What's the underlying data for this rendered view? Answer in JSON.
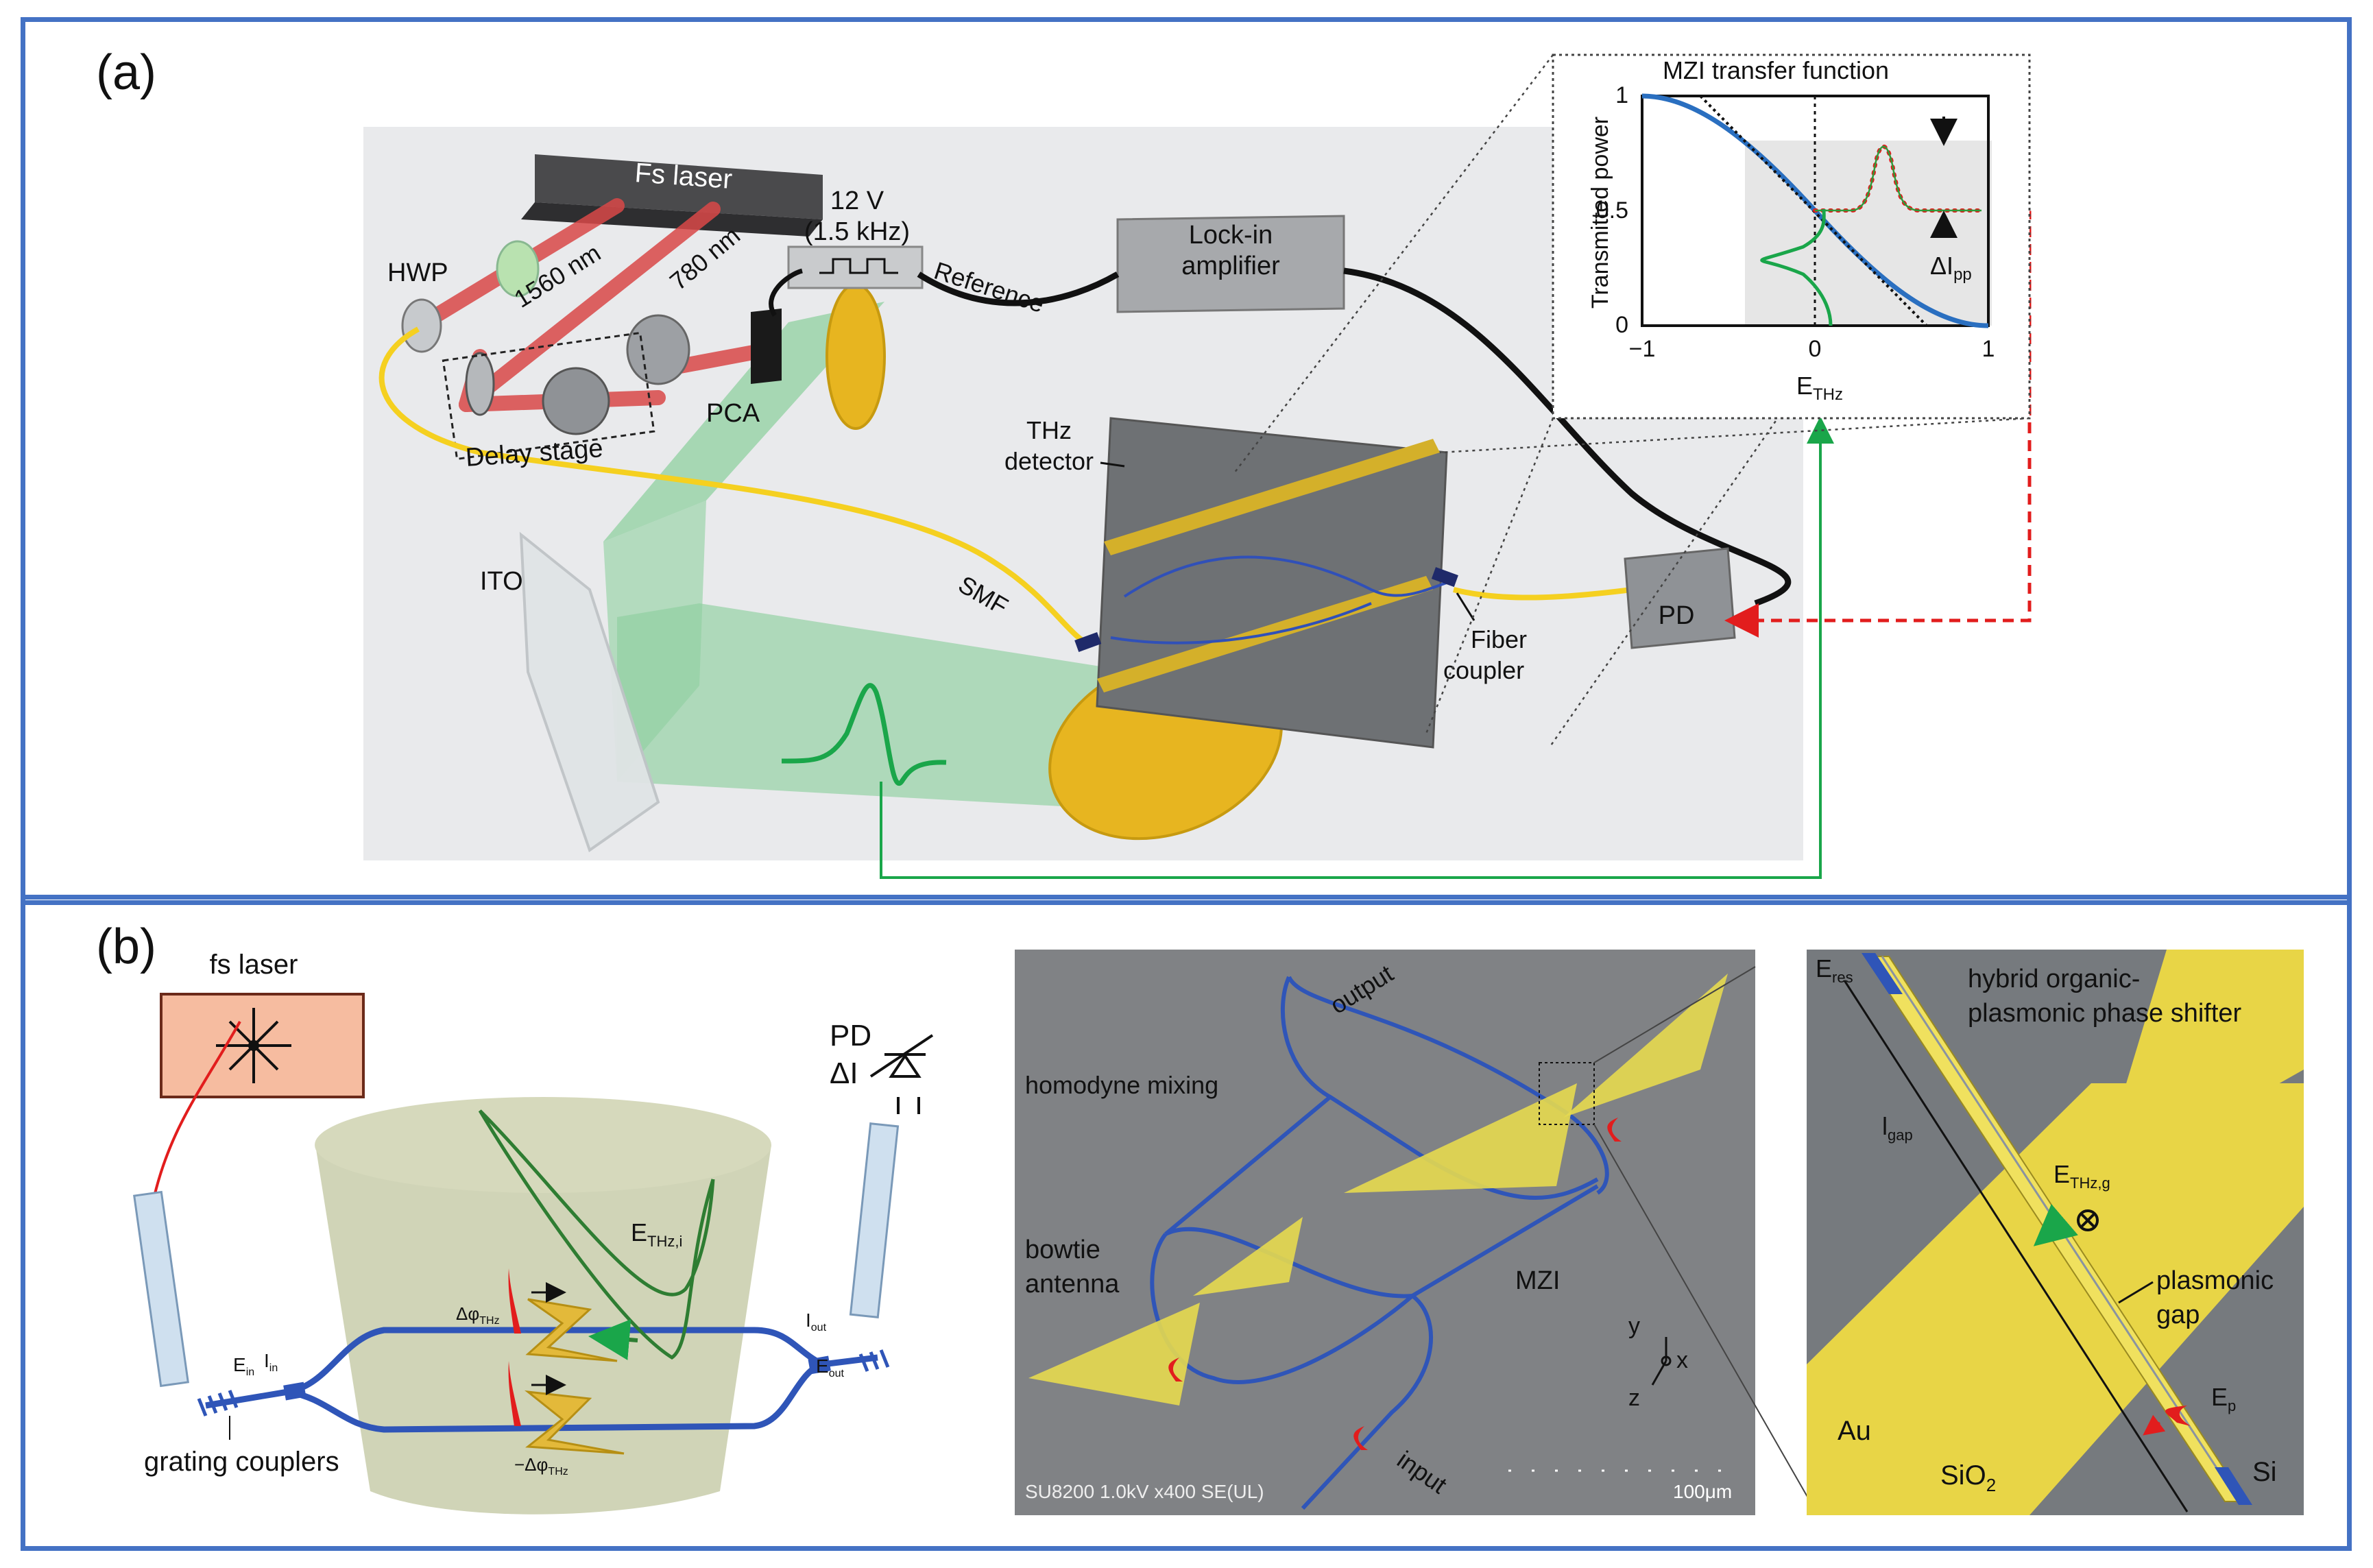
{
  "panel_a": {
    "label": "(a)",
    "fs_laser": "Fs laser",
    "voltage": "12 V",
    "frequency": "(1.5 kHz)",
    "reference": "Reference",
    "lockin": [
      "Lock-in",
      "amplifier"
    ],
    "hwp": "HWP",
    "wl_1560": "1560 nm",
    "wl_780": "780 nm",
    "pca": "PCA",
    "delay_stage": "Delay stage",
    "ito": "ITO",
    "smf": "SMF",
    "thz_detector": [
      "THz",
      "detector"
    ],
    "fiber_coupler": [
      "Fiber",
      "coupler"
    ],
    "pd": "PD",
    "inset": {
      "title": "MZI transfer function",
      "ylabel": "Transmitted power",
      "xlabel_main": "E",
      "xlabel_sub": "THz",
      "yticks": [
        "0",
        "0.5",
        "1"
      ],
      "xticks": [
        "−1",
        "0",
        "1"
      ],
      "delta_main": "ΔI",
      "delta_sub": "pp"
    }
  },
  "panel_b": {
    "label": "(b)",
    "fs_laser": "fs laser",
    "pd": "PD",
    "delta_i": "ΔI",
    "ethz_main": "E",
    "ethz_sub": "THz,i",
    "dphi_main": "Δφ",
    "dphi_sub": "THz",
    "mdphi_main": "−Δφ",
    "mdphi_sub": "THz",
    "ein_main": "E",
    "ein_sub": "in",
    "iin_main": "I",
    "iin_sub": "in",
    "iout_main": "I",
    "iout_sub": "out",
    "eout_main": "E",
    "eout_sub": "out",
    "grating": "grating couplers",
    "sem": {
      "output": "output",
      "input": "input",
      "homodyne": "homodyne mixing",
      "bowtie": [
        "bowtie",
        "antenna"
      ],
      "mzi": "MZI",
      "axis_y": "y",
      "axis_x": "x",
      "axis_z": "z",
      "footer": "SU8200 1.0kV x400 SE(UL)",
      "scale": "100μm"
    },
    "zoom": {
      "eres_main": "E",
      "eres_sub": "res",
      "phase_shifter": [
        "hybrid organic-",
        "plasmonic phase shifter"
      ],
      "lgap_main": "l",
      "lgap_sub": "gap",
      "ethzg_main": "E",
      "ethzg_sub": "THz,g",
      "plasmonic_gap": [
        "plasmonic",
        "gap"
      ],
      "ep_main": "E",
      "ep_sub": "p",
      "au": "Au",
      "sio2_main": "SiO",
      "sio2_sub": "2",
      "si": "Si"
    }
  },
  "colors": {
    "frame": "#4472c4",
    "beam_green": "#7cc48f",
    "signal_green": "#1aa64a",
    "fiber_yellow": "#f5d020",
    "laser_red": "#e04040",
    "waveguide_blue": "#2f55b8",
    "gold": "#e8c22a",
    "dashed_red": "#e21d1d"
  }
}
